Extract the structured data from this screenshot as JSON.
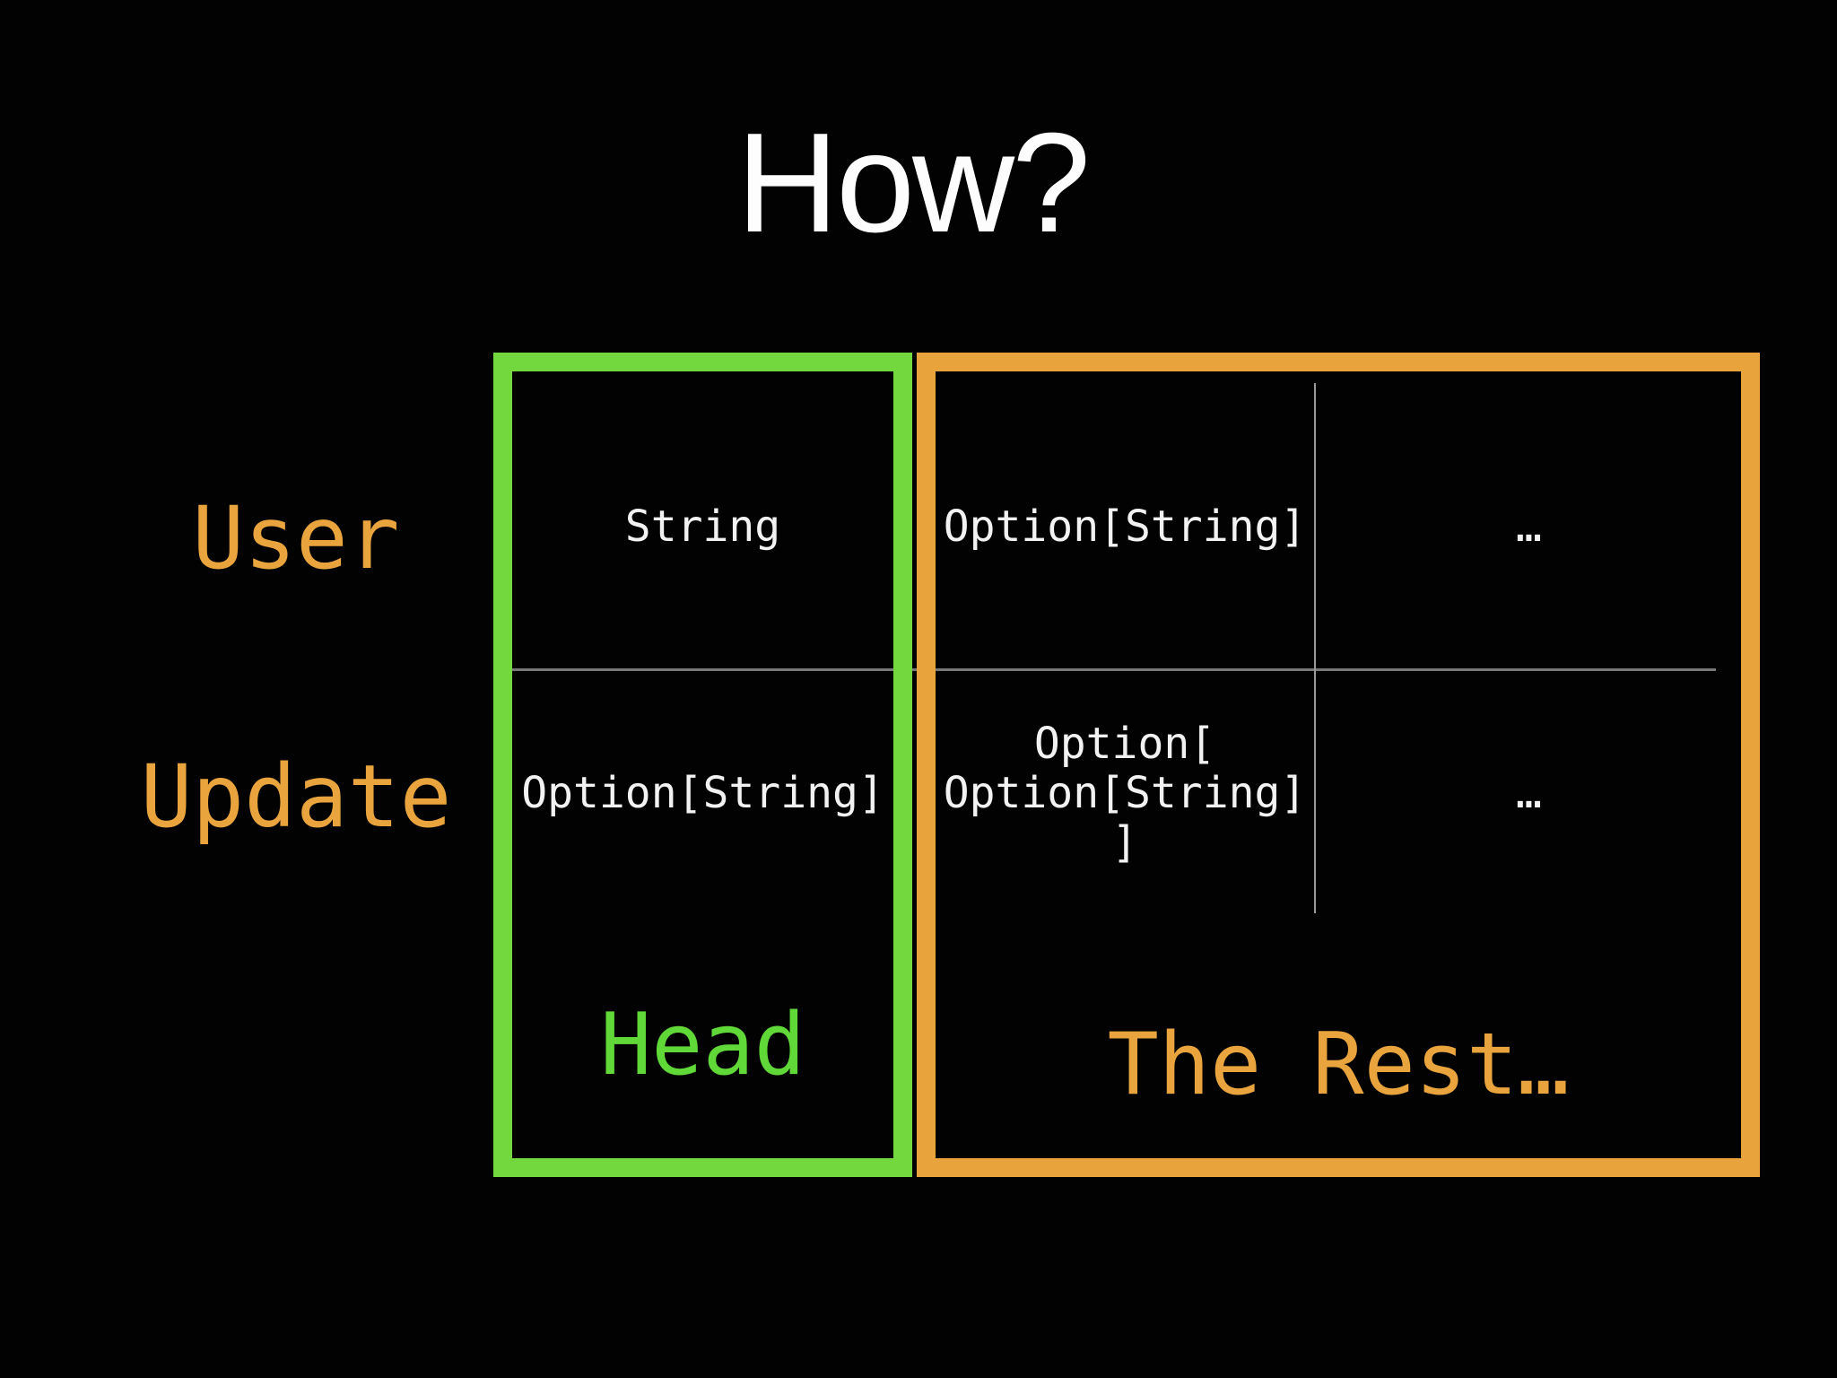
{
  "slide": {
    "title": "How?",
    "row_labels": [
      "User",
      "Update"
    ],
    "head_box": {
      "label": "Head",
      "row1_cell": "String",
      "row2_cell": "Option[String]"
    },
    "rest_box": {
      "label": "The Rest…",
      "row1_col1": "Option[String]",
      "row1_col2": "…",
      "row2_col1_lines": [
        "Option[",
        "Option[String]",
        "]"
      ],
      "row2_col2": "…"
    },
    "colors": {
      "background": "#020202",
      "title_text": "#fdfdfd",
      "code_text": "#f2f2f2",
      "head_green": "#72d83e",
      "rest_orange": "#e8a33c",
      "label_orange": "#e9a43d",
      "grid_line": "#787878"
    }
  }
}
